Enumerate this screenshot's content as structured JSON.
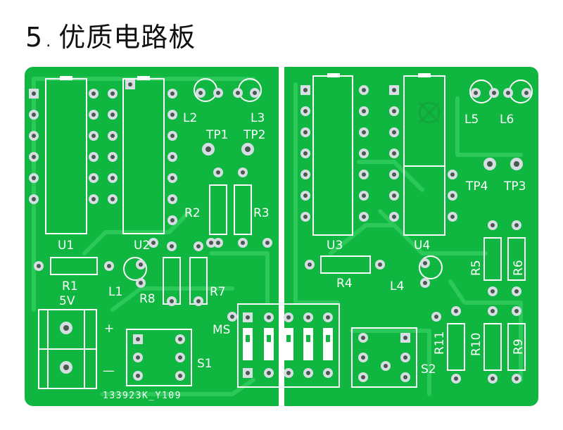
{
  "title": {
    "number": "5",
    "separator": ".",
    "text": "优质电路板"
  },
  "board": {
    "colors": {
      "substrate": "#0fb63f",
      "trace": "#2cc85a",
      "silkscreen": "#ffffff",
      "pad_ring": "#d6dde3",
      "pad_hole": "#4a5a4e"
    },
    "labels": {
      "u1": "U1",
      "u2": "U2",
      "u3": "U3",
      "u4": "U4",
      "l1": "L1",
      "l2": "L2",
      "l3": "L3",
      "l4": "L4",
      "l5": "L5",
      "l6": "L6",
      "tp1": "TP1",
      "tp2": "TP2",
      "tp3": "TP3",
      "tp4": "TP4",
      "r1": "R1",
      "r2": "R2",
      "r3": "R3",
      "r4": "R4",
      "r5": "R5",
      "r6": "R6",
      "r7": "R7",
      "r8": "R8",
      "r9": "R9",
      "r10": "R10",
      "r11": "R11",
      "s1": "S1",
      "s2": "S2",
      "ms": "MS",
      "power": "5V",
      "plus": "+",
      "minus": "—",
      "code": "133923K_Y109"
    }
  }
}
